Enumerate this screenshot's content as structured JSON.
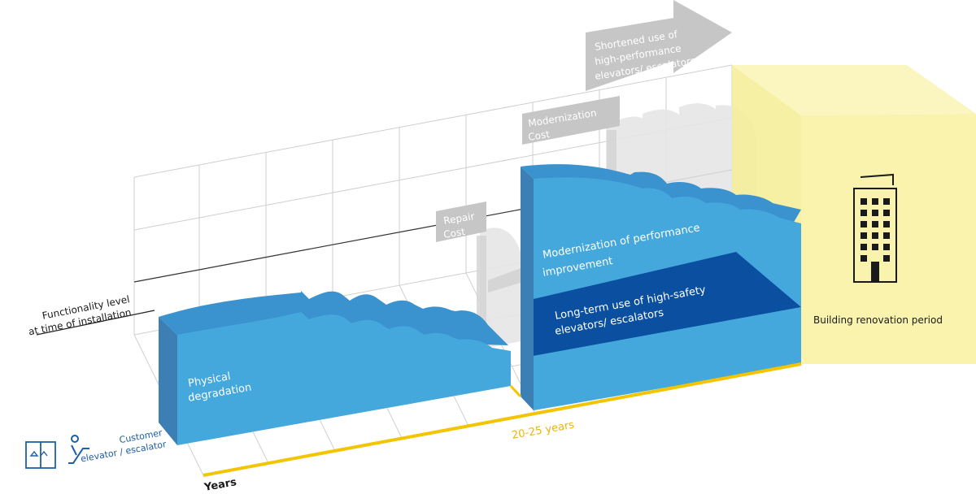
{
  "labels": {
    "functionality_line1": "Functionality level",
    "functionality_line2": "at time of installation",
    "physical_line1": "Physical",
    "physical_line2": "degradation",
    "repair_line1": "Repair",
    "repair_line2": "Cost",
    "modcost_line1": "Modernization",
    "modcost_line2": "Cost",
    "shortened_line1": "Shortened use of",
    "shortened_line2": "high-performance",
    "shortened_line3": "elevators/ escalators",
    "modperf_line1": "Modernization of performance",
    "modperf_line2": "improvement",
    "longterm_line1": "Long-term use of high-safety",
    "longterm_line2": "elevators/ escalators",
    "renovation": "Building renovation period",
    "customer_line1": "Customer",
    "customer_line2": "elevator / escalator",
    "years_span": "20-25 years",
    "years_axis": "Years"
  },
  "colors": {
    "block_front": "#45a8dc",
    "block_side": "#3b7fb4",
    "block_top": "#3a92cf",
    "dark_band": "#0a4fa0",
    "yellow": "#f3c400",
    "renovation_fill": "#f7f1a4",
    "gray_label": "#c6c6c6",
    "ghost": "#e4e4e4",
    "grid": "#cfcfcf",
    "customer_blue": "#1d5fa8"
  },
  "icons": [
    "elevator-icon",
    "escalator-icon",
    "building-icon"
  ]
}
